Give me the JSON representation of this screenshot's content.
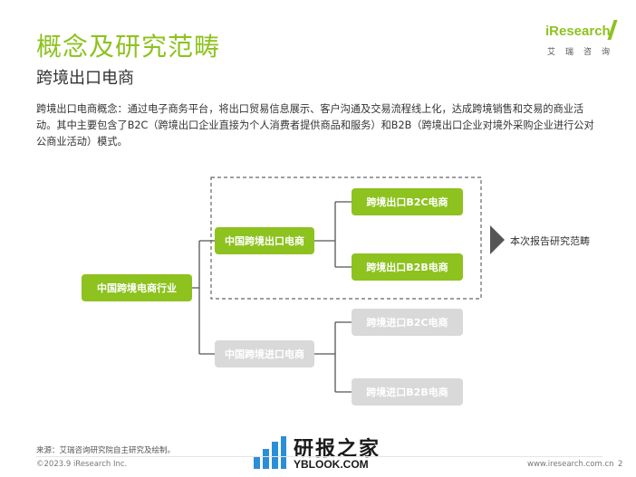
{
  "header": {
    "title": "概念及研究范畴",
    "subtitle": "跨境出口电商"
  },
  "logo": {
    "brand": "iResearch",
    "sub": "艾瑞咨询"
  },
  "description": "跨境出口电商概念：通过电子商务平台，将出口贸易信息展示、客户沟通及交易流程线上化，达成跨境销售和交易的商业活动。其中主要包含了B2C（跨境出口企业直接为个人消费者提供商品和服务）和B2B（跨境出口企业对境外采购企业进行公对公商业活动）模式。",
  "diagram": {
    "root": "中国跨境电商行业",
    "export": "中国跨境出口电商",
    "export_b2c": "跨境出口B2C电商",
    "export_b2b": "跨境出口B2B电商",
    "import": "中国跨境进口电商",
    "import_b2c": "跨境进口B2C电商",
    "import_b2b": "跨境进口B2B电商",
    "scope_label": "本次报告研究范畴"
  },
  "colors": {
    "accent": "#8dc21f",
    "inactive": "#d9d9d9"
  },
  "footer": {
    "source": "来源：艾瑞咨询研究院自主研究及绘制。",
    "copyright": "©2023.9 iResearch Inc.",
    "url": "www.iresearch.com.cn",
    "page": "2"
  },
  "watermark": {
    "cn": "研报之家",
    "en": "YBLOOK.COM"
  }
}
